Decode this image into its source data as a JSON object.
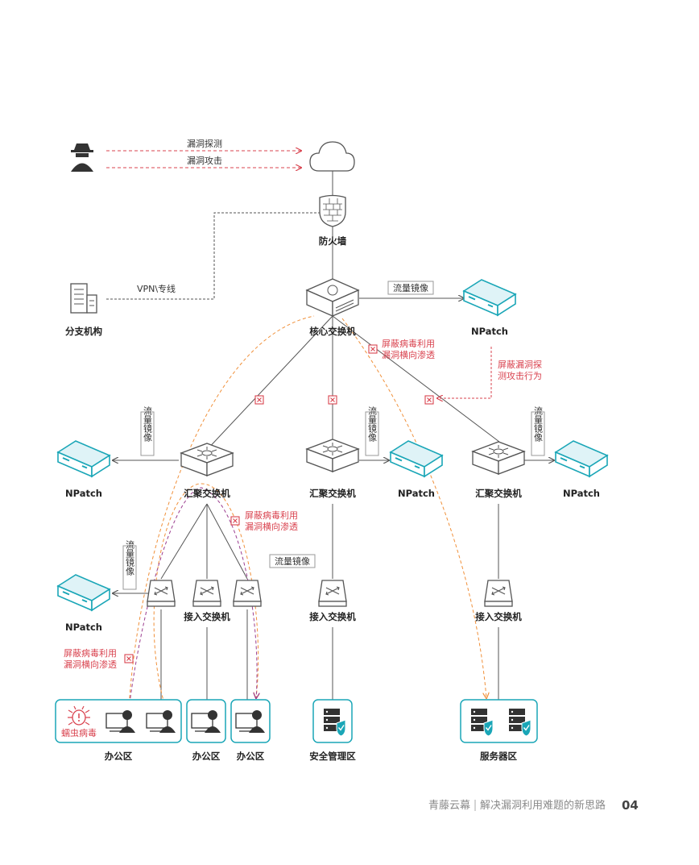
{
  "attacker": {
    "probe_label": "漏洞探测",
    "attack_label": "漏洞攻击"
  },
  "firewall": {
    "label": "防火墙"
  },
  "branch": {
    "label": "分支机构",
    "link_label": "VPN\\专线"
  },
  "core": {
    "label": "核心交换机",
    "mirror_label": "流量镜像",
    "npatch_label": "NPatch"
  },
  "agg": {
    "label": "汇聚交换机",
    "mirror_label": "流量镜像",
    "npatch_label": "NPatch"
  },
  "access": {
    "label": "接入交换机",
    "mirror_label": "流量镜像",
    "npatch_label": "NPatch"
  },
  "notes": {
    "block1_line1": "屏蔽病毒利用",
    "block1_line2": "漏洞横向渗透",
    "block2_line1": "屏蔽漏洞探",
    "block2_line2": "测攻击行为",
    "block3_line1": "屏蔽病毒利用",
    "block3_line2": "漏洞横向渗透",
    "block4_line1": "屏蔽病毒利用",
    "block4_line2": "漏洞横向渗透"
  },
  "zones": {
    "office": "办公区",
    "security": "安全管理区",
    "server": "服务器区",
    "worm": "蠕虫病毒"
  },
  "footer": {
    "brand": "青藤云幕",
    "title": "解决漏洞利用难题的新思路",
    "page": "04"
  },
  "colors": {
    "teal": "#1aa6b7",
    "red": "#d9434f",
    "orange": "#f0903a",
    "purple": "#9b3d8f",
    "line": "#555555"
  }
}
